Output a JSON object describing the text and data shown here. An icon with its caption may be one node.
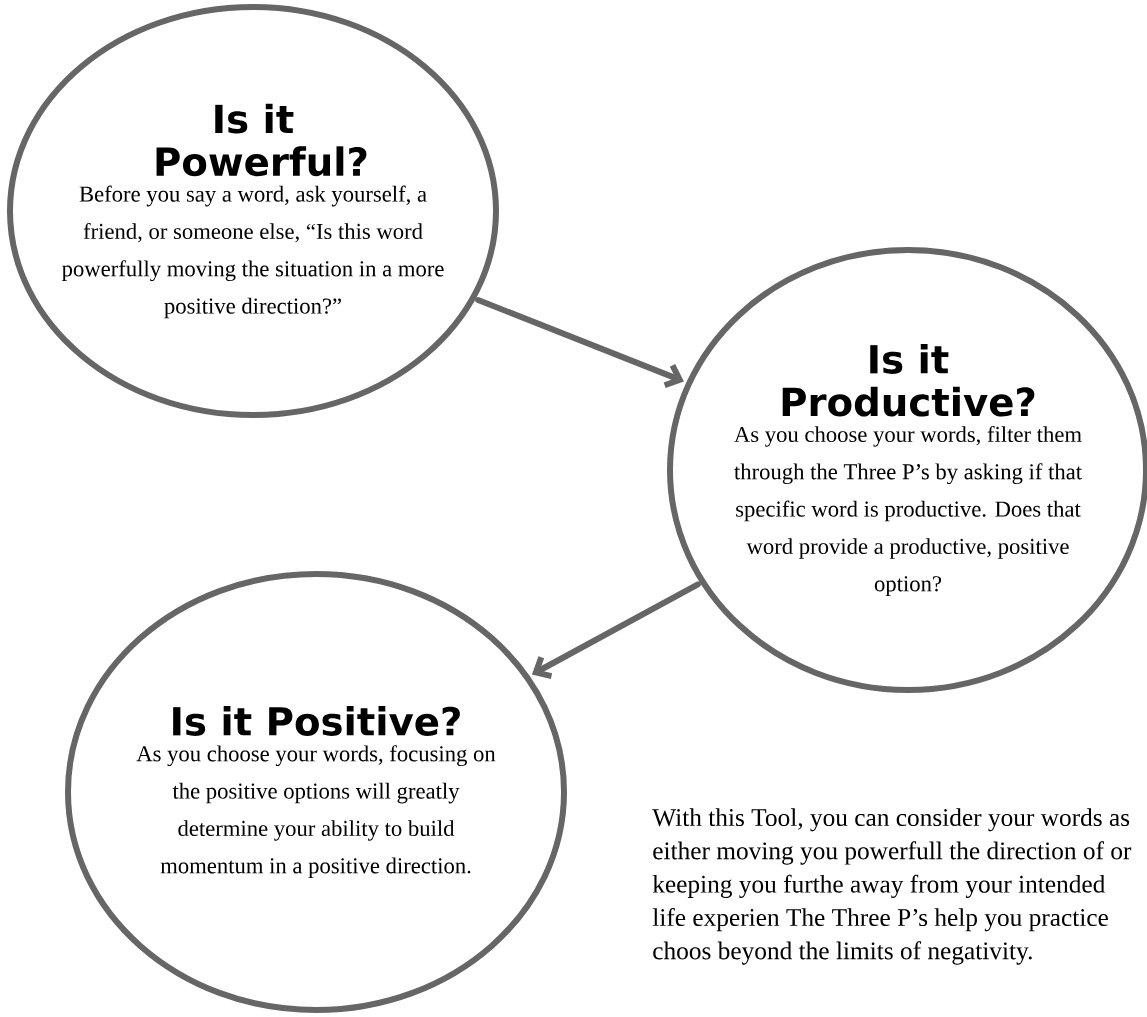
{
  "diagram": {
    "nodes": [
      {
        "text": [
          "Is it Powerful?",
          "Before you say a word, ask yourself, a friend, or someone else, “Is this word powerfully moving the situation in a more positive direction?”"
        ]
      },
      {
        "text": [
          "Is it Productive?",
          "As you choose your words, filter them through the Three P’s by asking if that specific word is productive. Does that word provide a productive, positive option?"
        ]
      },
      {
        "text": [
          "Is it Positive?",
          "As you choose your words, focusing on the positive options will greatly determine your ability to build momentum in a positive direction."
        ]
      }
    ],
    "edges": [
      {
        "from": 0,
        "to": 1,
        "arrow": "to"
      },
      {
        "from": 1,
        "to": 2,
        "arrow": "to"
      }
    ],
    "labels": [
      "With this Tool, you can consider your words as either moving you powerfull the direction of or keeping you furthe away from your intended life experien The Three P’s help you practice choos beyond the limits of negativity."
    ]
  }
}
